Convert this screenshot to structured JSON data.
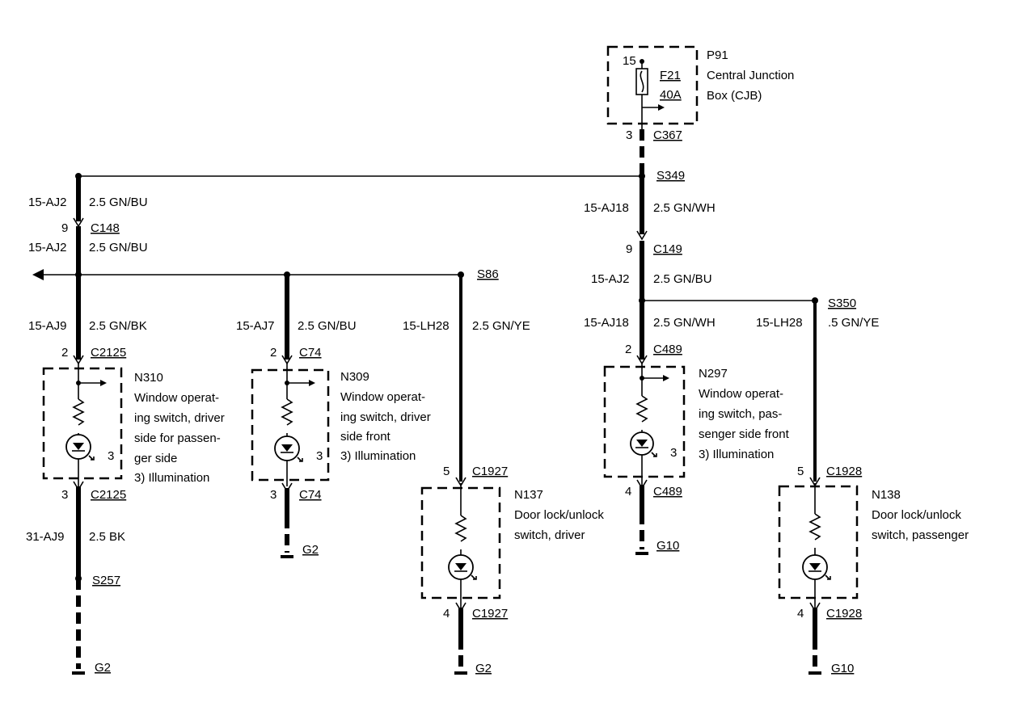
{
  "junction_box": {
    "pin": "15",
    "fuse_id": "F21",
    "fuse_rating": "40A",
    "ref": "P91",
    "line1": "Central Junction",
    "line2": "Box (CJB)",
    "conn_pin": "3",
    "conn": "C367"
  },
  "splices": {
    "s349": "S349",
    "s86": "S86",
    "s350": "S350",
    "s257": "S257"
  },
  "wires": {
    "a1": {
      "code": "15-AJ2",
      "spec": "2.5 GN/BU"
    },
    "a2": {
      "code": "15-AJ2",
      "spec": "2.5 GN/BU"
    },
    "a3": {
      "code": "15-AJ9",
      "spec": "2.5 GN/BK"
    },
    "a4": {
      "code": "31-AJ9",
      "spec": "2.5 BK"
    },
    "b1": {
      "code": "15-AJ7",
      "spec": "2.5 GN/BU"
    },
    "c1": {
      "code": "15-LH28",
      "spec": "2.5 GN/YE"
    },
    "d1": {
      "code": "15-AJ18",
      "spec": "2.5 GN/WH"
    },
    "d2": {
      "code": "15-AJ2",
      "spec": "2.5 GN/BU"
    },
    "d3": {
      "code": "15-AJ18",
      "spec": "2.5 GN/WH"
    },
    "e1": {
      "code": "15-LH28",
      "spec": ".5 GN/YE"
    }
  },
  "connectors": {
    "c148": {
      "pin": "9",
      "name": "C148"
    },
    "c149": {
      "pin": "9",
      "name": "C149"
    },
    "c2125a": {
      "pin": "2",
      "name": "C2125"
    },
    "c2125b": {
      "pin": "3",
      "name": "C2125"
    },
    "c74a": {
      "pin": "2",
      "name": "C74"
    },
    "c74b": {
      "pin": "3",
      "name": "C74"
    },
    "c489a": {
      "pin": "2",
      "name": "C489"
    },
    "c489b": {
      "pin": "4",
      "name": "C489"
    },
    "c1927a": {
      "pin": "5",
      "name": "C1927"
    },
    "c1927b": {
      "pin": "4",
      "name": "C1927"
    },
    "c1928a": {
      "pin": "5",
      "name": "C1928"
    },
    "c1928b": {
      "pin": "4",
      "name": "C1928"
    }
  },
  "components": {
    "n310": {
      "ref": "N310",
      "lines": [
        "Window operat-",
        "ing switch, driver",
        "side for passen-",
        "ger side",
        "3)    Illumination"
      ],
      "pin": "3"
    },
    "n309": {
      "ref": "N309",
      "lines": [
        "Window operat-",
        "ing switch, driver",
        "side front",
        "3)    Illumination"
      ],
      "pin": "3"
    },
    "n297": {
      "ref": "N297",
      "lines": [
        "Window operat-",
        "ing switch, pas-",
        "senger side front",
        "3)    Illumination"
      ],
      "pin": "3"
    },
    "n137": {
      "ref": "N137",
      "lines": [
        "Door lock/unlock",
        "switch, driver"
      ]
    },
    "n138": {
      "ref": "N138",
      "lines": [
        "Door lock/unlock",
        "switch, passenger"
      ]
    }
  },
  "grounds": {
    "g_a": "G2",
    "g_b": "G2",
    "g_c": "G2",
    "g_d": "G10",
    "g_e": "G10"
  }
}
